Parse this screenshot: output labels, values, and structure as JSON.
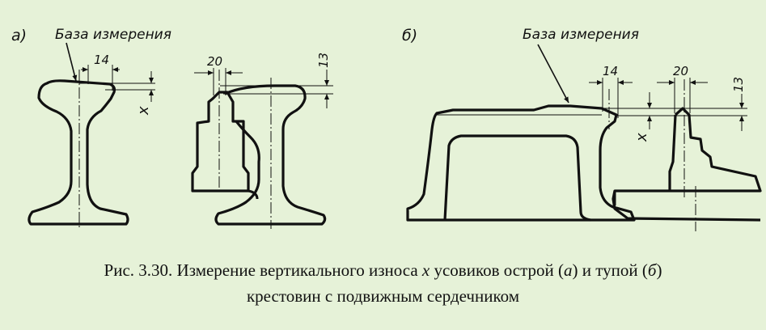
{
  "diagram": {
    "panel_a": {
      "marker": "а)",
      "base_label": "База измерения",
      "dim_14": "14",
      "dim_20": "20",
      "dim_13": "13",
      "dim_x": "x"
    },
    "panel_b": {
      "marker": "б)",
      "base_label": "База измерения",
      "dim_14": "14",
      "dim_20": "20",
      "dim_13": "13",
      "dim_x": "x"
    }
  },
  "caption": {
    "p1": "Рис. 3.30. Измерение вертикального износа ",
    "var_x": "x",
    "p2": " усовиков острой (",
    "var_a": "а",
    "p3": ") и тупой (",
    "var_b": "б",
    "p4": ")",
    "line2": "крестовин с подвижным сердечником"
  },
  "colors": {
    "background": "#e6f2d8",
    "ink": "#111111"
  }
}
